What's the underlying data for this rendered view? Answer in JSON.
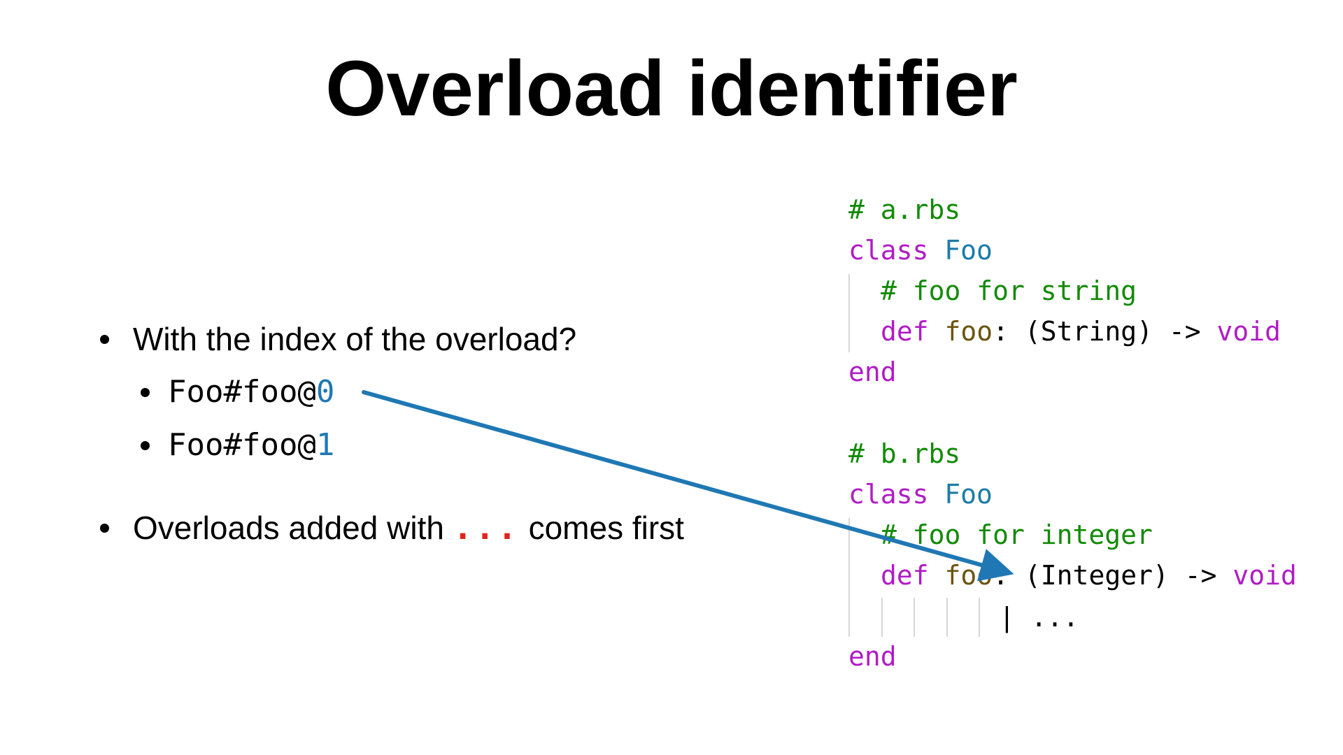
{
  "slide": {
    "title": "Overload identifier",
    "bullets": {
      "first": "With the index of the overload?",
      "sub1": {
        "prefix": "Foo#foo@",
        "index": "0"
      },
      "sub2": {
        "prefix": "Foo#foo@",
        "index": "1"
      },
      "second": {
        "before": "Overloads added with",
        "dots": "...",
        "after": "comes first"
      }
    },
    "code_a": {
      "file_comment": "# a.rbs",
      "class_kw": "class",
      "class_name": "Foo",
      "method_comment": "# foo for string",
      "def_kw": "def",
      "method_name": "foo",
      "signature": ": (String) -> ",
      "return_kw": "void",
      "end_kw": "end"
    },
    "code_b": {
      "file_comment": "# b.rbs",
      "class_kw": "class",
      "class_name": "Foo",
      "method_comment": "# foo for integer",
      "def_kw": "def",
      "method_name": "foo",
      "signature": ": (Integer) -> ",
      "return_kw": "void",
      "continuation": "| ...",
      "end_kw": "end"
    },
    "colors": {
      "arrow": "#1f78b4",
      "comment": "#138a07",
      "keyword": "#b01cc5",
      "class_name": "#1c7ba6",
      "method": "#6b5411",
      "ellipsis": "#e0241c"
    }
  }
}
